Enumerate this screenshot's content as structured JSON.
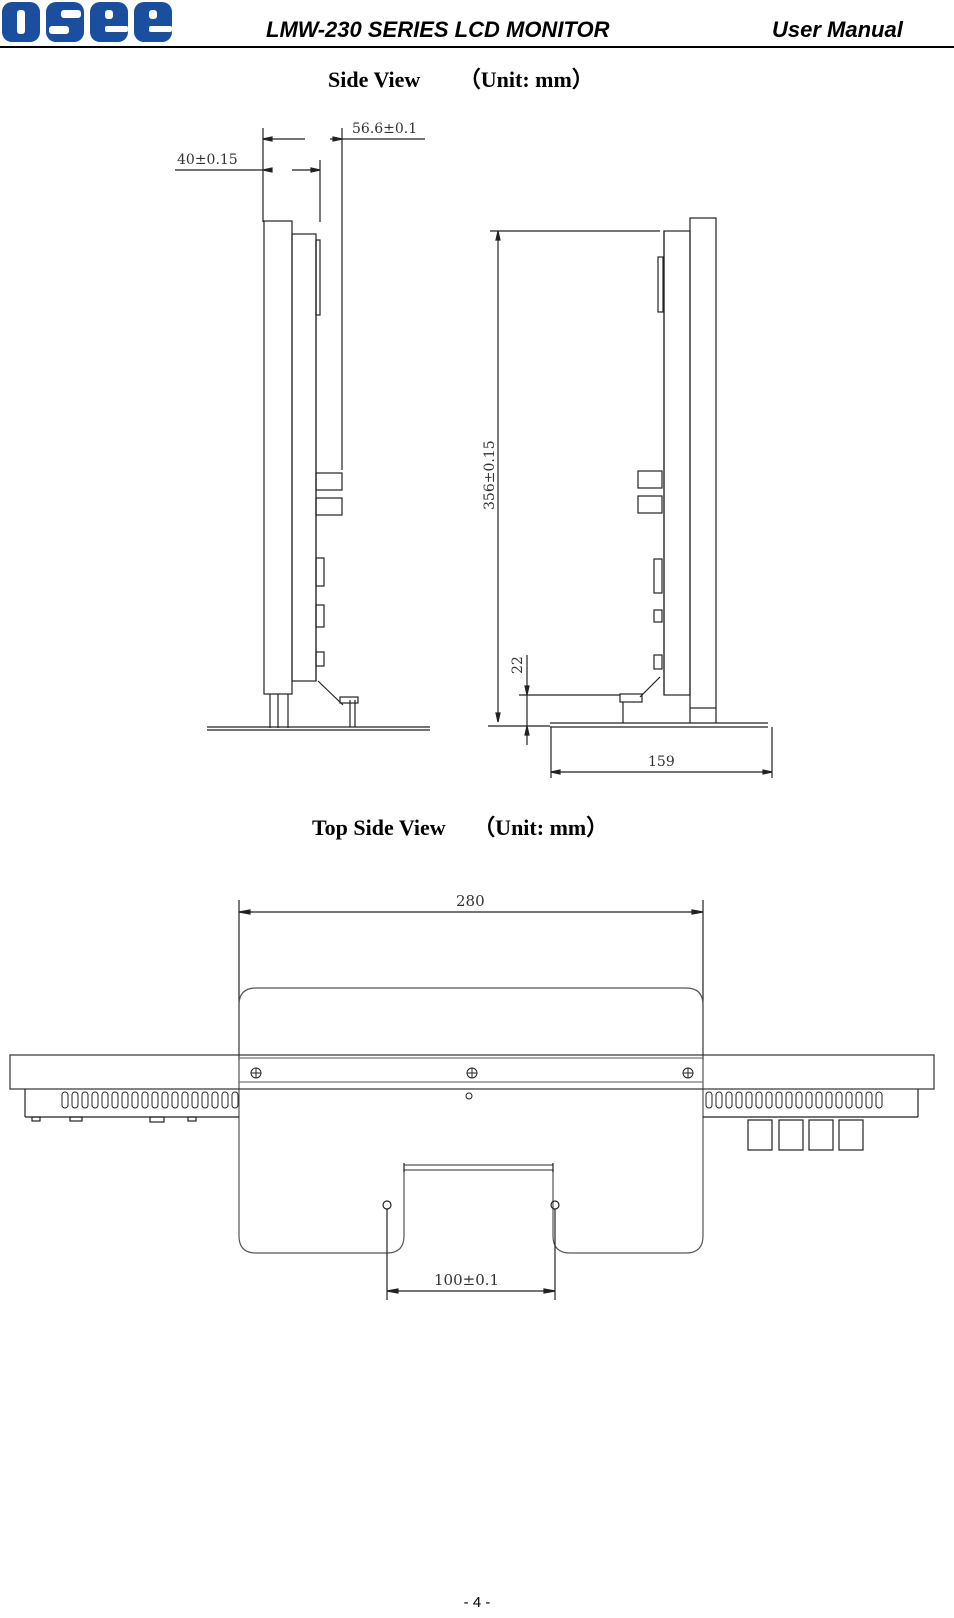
{
  "header": {
    "logo_text": "osee",
    "brand_color": "#1a4fa0",
    "document_title": "LMW-230 SERIES LCD MONITOR",
    "document_kind": "User Manual"
  },
  "side_view": {
    "caption": "Side View       （Unit: mm）",
    "dimensions": {
      "depth_panel": "40±0.15",
      "depth_total": "56.6±0.1",
      "height": "356±0.15",
      "foot_offset": "22",
      "base_width": "159"
    }
  },
  "top_side_view": {
    "caption": "Top Side View     （Unit: mm）",
    "dimensions": {
      "width": "280",
      "hole_spacing": "100±0.1"
    }
  },
  "footer": {
    "page_number": "- 4 -"
  }
}
